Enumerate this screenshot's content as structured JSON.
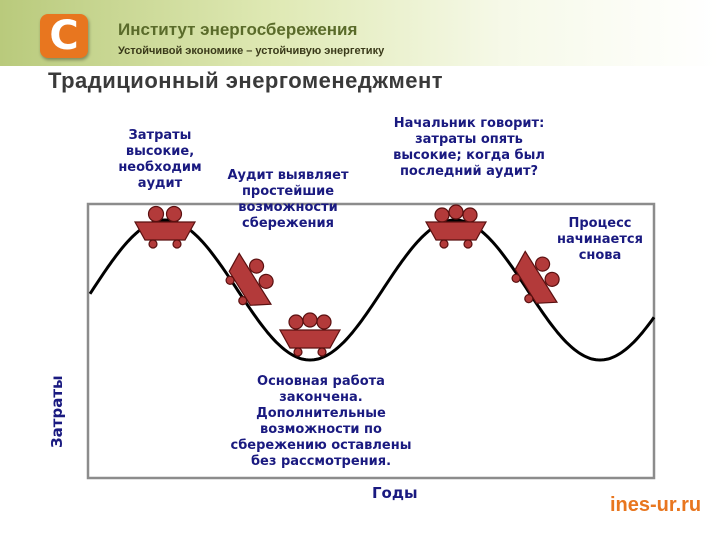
{
  "header": {
    "logo_letter": "С",
    "org_name": "Институт энергосбережения",
    "slogan": "Устойчивой экономике – устойчивую энергетику"
  },
  "title": "Традиционный энергоменеджмент",
  "notes": {
    "high_costs": "Затраты\nвысокие,\nнеобходим\nаудит",
    "audit": "Аудит выявляет\nпростейшие\nвозможности\nсбережения",
    "boss": "Начальник говорит:\nзатраты опять\nвысокие; когда был\nпоследний аудит?",
    "restart": "Процесс\nначинается\nснова",
    "done": "Основная работа\nзакончена.\nДополнительные\nвозможности по\nсбережению оставлены\nбез рассмотрения."
  },
  "axes": {
    "y": "Затраты",
    "x": "Годы"
  },
  "footer": {
    "site": "ines-ur.ru"
  },
  "colors": {
    "brand_orange": "#e8761f",
    "header_green": "#b9ca7c",
    "text_blue": "#1a1a80",
    "cart_red": "#b33a3a"
  }
}
